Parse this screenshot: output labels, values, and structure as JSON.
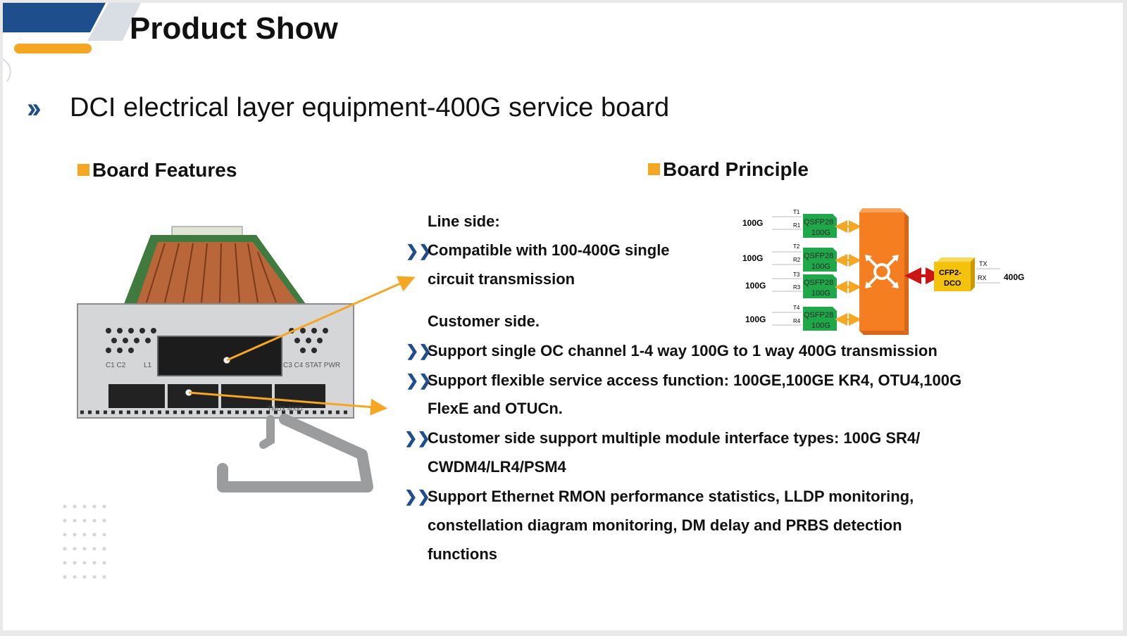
{
  "header": {
    "title": "Product Show"
  },
  "subtitle": "DCI electrical layer equipment-400G service board",
  "sections": {
    "features": "Board Features",
    "principle": "Board Principle"
  },
  "content": {
    "line_heading": "Line side:",
    "line_items": [
      "Compatible with 100-400G single",
      "circuit transmission"
    ],
    "customer_heading": "Customer side.",
    "bullets": [
      {
        "lines": [
          "Support single OC channel 1-4 way 100G to 1 way 400G transmission"
        ]
      },
      {
        "lines": [
          "Support flexible service access function: 100GE,100GE KR4, OTU4,100G",
          "FlexE and OTUCn."
        ]
      },
      {
        "lines": [
          "Customer side support multiple module interface types: 100G SR4/",
          "CWDM4/LR4/PSM4"
        ]
      },
      {
        "lines": [
          "Support Ethernet RMON performance statistics, LLDP monitoring,",
          "constellation diagram monitoring, DM delay and PRBS detection",
          "functions"
        ]
      }
    ]
  },
  "diagram": {
    "inputs": [
      {
        "rate": "100G",
        "t": "T1",
        "r": "R1",
        "module": "QSFP28",
        "speed": "100G"
      },
      {
        "rate": "100G",
        "t": "T2",
        "r": "R2",
        "module": "QSFP28",
        "speed": "100G"
      },
      {
        "rate": "100G",
        "t": "T3",
        "r": "R3",
        "module": "QSFP28",
        "speed": "100G"
      },
      {
        "rate": "100G",
        "t": "T4",
        "r": "R4",
        "module": "QSFP28",
        "speed": "100G"
      }
    ],
    "output": {
      "module": "CFP2-",
      "module2": "DCO",
      "tx": "TX",
      "rx": "RX",
      "rate": "400G"
    },
    "colors": {
      "module": "#1ea84a",
      "switch": "#f57f20",
      "cfp": "#f4c20d",
      "arrow_in": "#f5a623",
      "arrow_out": "#cc1414"
    }
  },
  "board_image": {
    "labels": [
      "C1 C2",
      "L1",
      "C3 C4 STAT PWR",
      "TMUX 400G"
    ]
  },
  "colors": {
    "accent_blue": "#1f4e8c",
    "accent_orange": "#f5a623"
  }
}
